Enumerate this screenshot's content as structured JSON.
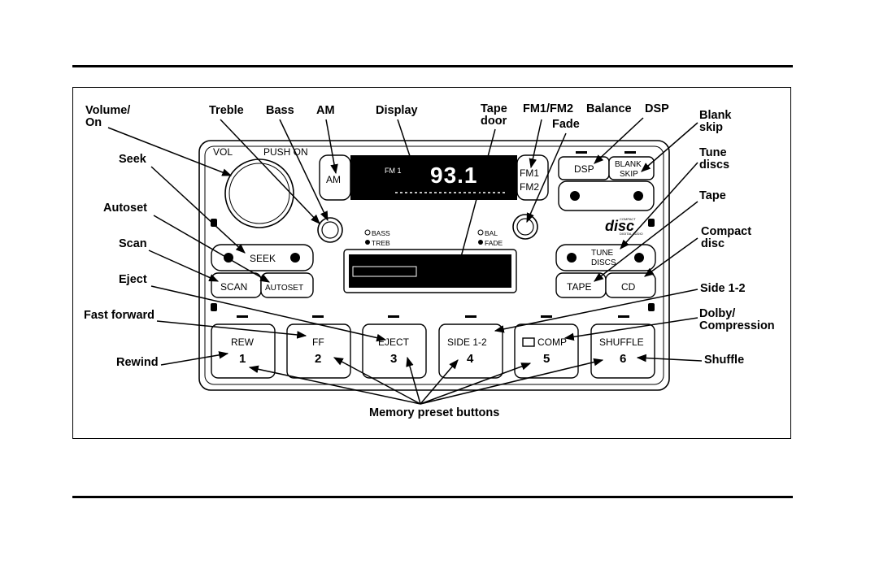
{
  "callouts": {
    "volume": [
      "Volume/",
      "On"
    ],
    "treble": "Treble",
    "bass": "Bass",
    "am": "AM",
    "display": "Display",
    "tape_door": [
      "Tape",
      "door"
    ],
    "fm": "FM1/FM2",
    "fade": "Fade",
    "balance": "Balance",
    "dsp": "DSP",
    "blank_skip": [
      "Blank",
      "skip"
    ],
    "tune_discs": [
      "Tune",
      "discs"
    ],
    "tape": "Tape",
    "compact_disc": [
      "Compact",
      "disc"
    ],
    "side": "Side 1-2",
    "dolby": [
      "Dolby/",
      "Compression"
    ],
    "shuffle": "Shuffle",
    "seek": "Seek",
    "autoset": "Autoset",
    "scan": "Scan",
    "eject": "Eject",
    "fast_forward": "Fast forward",
    "rewind": "Rewind",
    "memory": "Memory preset buttons"
  },
  "radio": {
    "vol": "VOL",
    "push_on": "PUSH ON",
    "am_button": "AM",
    "display_band": "FM 1",
    "display_freq": "93.1",
    "fm_button": [
      "FM1",
      "FM2"
    ],
    "bass_treb": [
      "BASS",
      "TREB"
    ],
    "bal_fade": [
      "BAL",
      "FADE"
    ],
    "dsp_button": "DSP",
    "blank_skip_button": [
      "BLANK",
      "SKIP"
    ],
    "tune_discs_button": [
      "TUNE",
      "DISCS"
    ],
    "tape_button": "TAPE",
    "cd_button": "CD",
    "seek_button": "SEEK",
    "scan_button": "SCAN",
    "autoset_button": "AUTOSET",
    "compact_disc_logo": [
      "COMPACT",
      "disc",
      "DIGITAL AUDIO"
    ],
    "presets": [
      {
        "label": "REW",
        "num": "1"
      },
      {
        "label": "FF",
        "num": "2"
      },
      {
        "label": "EJECT",
        "num": "3"
      },
      {
        "label": "SIDE 1-2",
        "num": "4"
      },
      {
        "label": "COMP",
        "num": "5"
      },
      {
        "label": "SHUFFLE",
        "num": "6"
      }
    ]
  }
}
